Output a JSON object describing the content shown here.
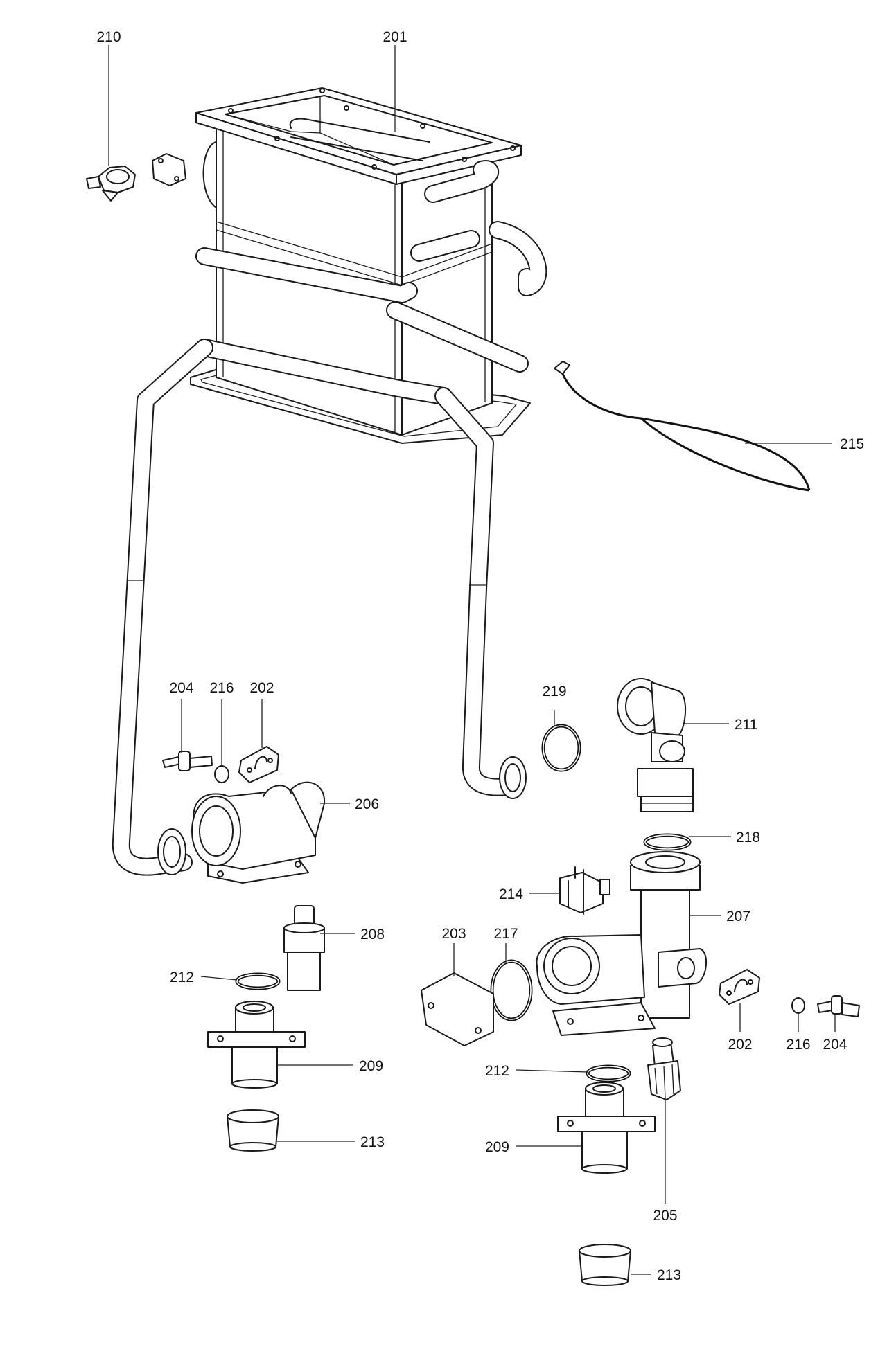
{
  "callouts": {
    "c201": "201",
    "c202a": "202",
    "c202b": "202",
    "c203": "203",
    "c204a": "204",
    "c204b": "204",
    "c205": "205",
    "c206": "206",
    "c207": "207",
    "c208": "208",
    "c209a": "209",
    "c209b": "209",
    "c210": "210",
    "c211": "211",
    "c212a": "212",
    "c212b": "212",
    "c213a": "213",
    "c213b": "213",
    "c214": "214",
    "c215": "215",
    "c216a": "216",
    "c216b": "216",
    "c217": "217",
    "c218": "218",
    "c219": "219"
  }
}
